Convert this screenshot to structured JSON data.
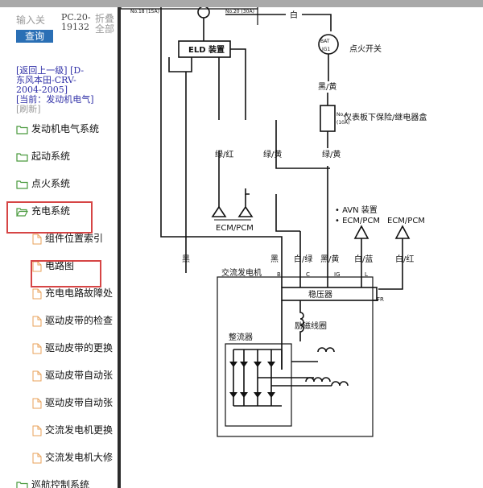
{
  "search": {
    "label": "输入关",
    "button": "查询",
    "code_line1": "PC.20-",
    "code_line2": "19132",
    "collapse_line1": "折叠",
    "collapse_line2": "全部"
  },
  "nav": {
    "back_link": "[返回上一级]",
    "path_line1": "[D-",
    "path_line2": "东风本田-CRV-",
    "path_line3": "2004-2005]",
    "current_link": "[当前：发动机电气]",
    "refresh": "[刷新]"
  },
  "tree": {
    "folders": [
      "发动机电气系统",
      "起动系统",
      "点火系统",
      "充电系统"
    ],
    "items": [
      "组件位置索引",
      "电路图",
      "充电电路故障处",
      "驱动皮带的检查",
      "驱动皮带的更换",
      "驱动皮带自动张",
      "驱动皮带自动张",
      "交流发电机更换",
      "交流发电机大修"
    ],
    "last_folder": "巡航控制系统"
  },
  "diagram": {
    "top_left_label": "No.18 (15A)",
    "top_right_label": "No.20 (30A)",
    "white_label": "白",
    "bat_label": "BAT",
    "ig1_label": "IG1",
    "ignition_switch": "点火开关",
    "black_yellow": "黑/黄",
    "fuse_no": "No.4",
    "fuse_amp": "(10A)",
    "fuse_box": "仪表板下保险/继电器盒",
    "eld": "ELD 装置",
    "green_red": "绿/红",
    "green_yellow": "绿/黄",
    "green_yellow2": "绿/黄",
    "ecm_pcm_left": "ECM/PCM",
    "avn": "• AVN 装置",
    "ecm_pcm_mid": "• ECM/PCM",
    "ecm_pcm_right": "ECM/PCM",
    "black": "黑",
    "black2": "黑",
    "white_green": "白/绿",
    "black_yellow2": "黑/黄",
    "white_blue": "白/蓝",
    "white_red": "白/红",
    "alternator": "交流发电机",
    "pin_b": "B",
    "pin_c": "C",
    "pin_ig": "IG",
    "pin_l": "L",
    "pin_fr": "FR",
    "regulator": "稳压器",
    "field_coil": "励磁线圈",
    "rectifier": "整流器"
  },
  "colors": {
    "accent_blue": "#2a6fb5",
    "highlight_red": "#d64545",
    "folder_green": "#4a9a3e",
    "page_orange": "#e8a25a"
  }
}
